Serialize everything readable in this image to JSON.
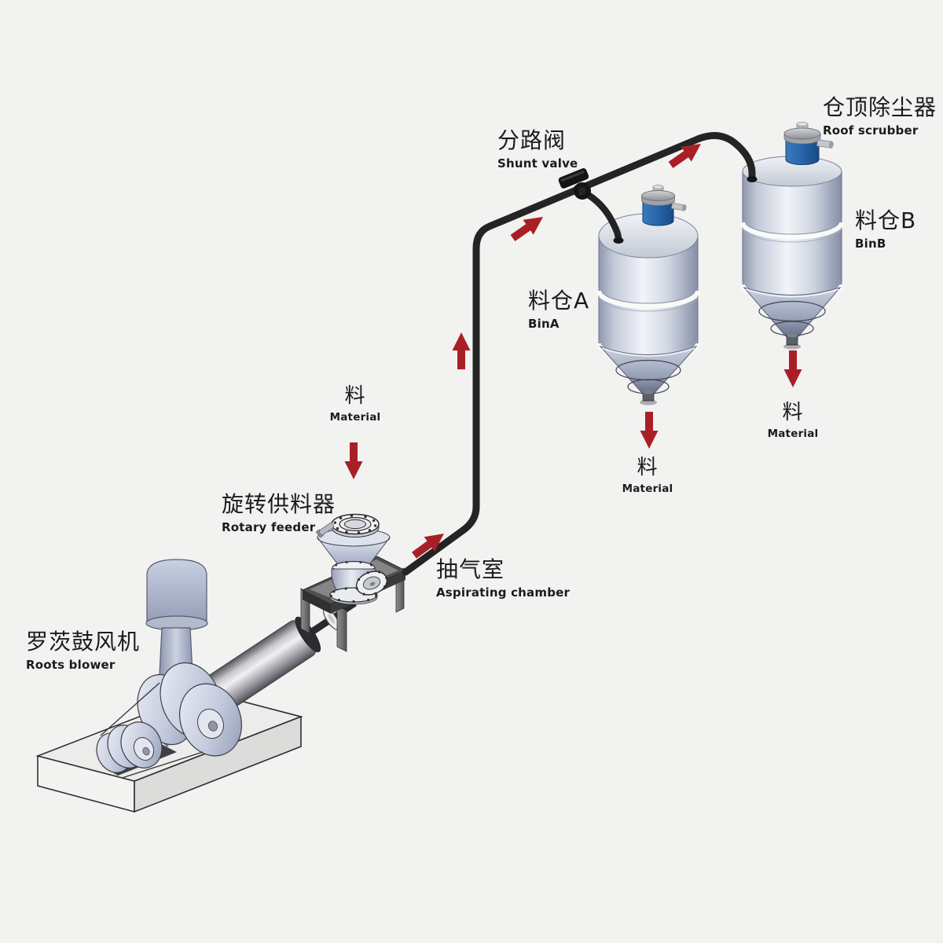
{
  "diagram_title": "pneumatic-conveying-system",
  "colors": {
    "background": "#f2f2f1",
    "pipe": "#242424",
    "arrow_red": "#a82026",
    "blue_device": "#2a66aa",
    "label_text": "#1b1b1b"
  },
  "labels": {
    "roots_blower": {
      "zh": "罗茨鼓风机",
      "en": "Roots blower"
    },
    "rotary_feeder": {
      "zh": "旋转供料器",
      "en": "Rotary feeder"
    },
    "material_feed": {
      "zh": "料",
      "en": "Material"
    },
    "aspirating_chamber": {
      "zh": "抽气室",
      "en": "Aspirating chamber"
    },
    "shunt_valve": {
      "zh": "分路阀",
      "en": "Shunt valve"
    },
    "bin_a": {
      "zh": "料仓A",
      "en": "BinA"
    },
    "bin_b": {
      "zh": "料仓B",
      "en": "BinB"
    },
    "roof_scrubber": {
      "zh": "仓顶除尘器",
      "en": "Roof scrubber"
    },
    "material_bin_a": {
      "zh": "料",
      "en": "Material"
    },
    "material_bin_b": {
      "zh": "料",
      "en": "Material"
    }
  }
}
